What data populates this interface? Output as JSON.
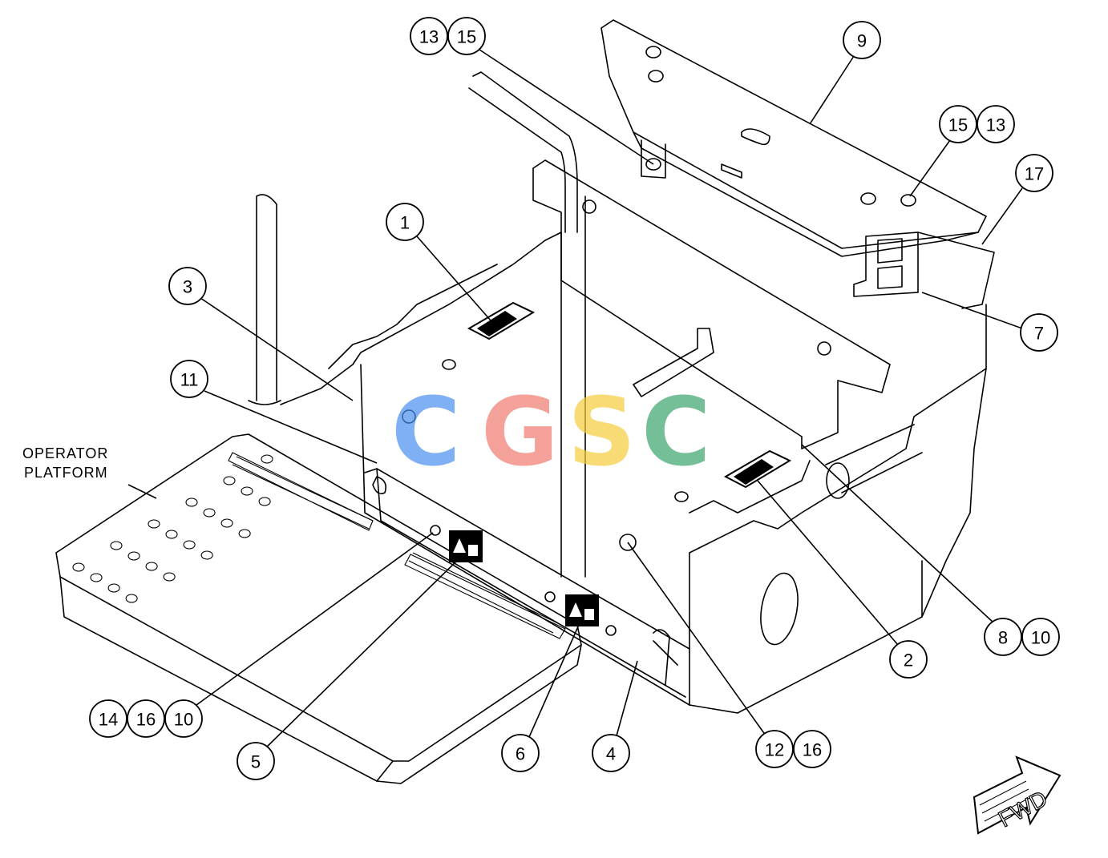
{
  "platform_label": [
    "OPERATOR",
    "PLATFORM"
  ],
  "watermark": {
    "letters": [
      "C",
      "G",
      "S",
      "C"
    ],
    "colors": [
      "#4a8ff0",
      "#f07a6e",
      "#f7cd3c",
      "#3aa56c"
    ]
  },
  "direction_label": "FWD",
  "callouts": {
    "c13a": "13",
    "c15a": "15",
    "c9": "9",
    "c15b": "15",
    "c13b": "13",
    "c17": "17",
    "c7": "7",
    "c1": "1",
    "c3": "3",
    "c11": "11",
    "c8": "8",
    "c10a": "10",
    "c2": "2",
    "c14": "14",
    "c16a": "16",
    "c10b": "10",
    "c5": "5",
    "c6": "6",
    "c4": "4",
    "c12": "12",
    "c16b": "16"
  }
}
